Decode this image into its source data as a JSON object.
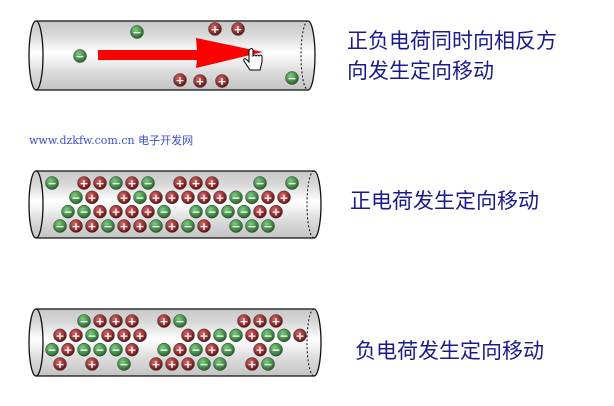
{
  "panels": [
    {
      "caption_lines": [
        "正负电荷同时向相反方",
        "向发生定向移动"
      ]
    },
    {
      "caption_lines": [
        "正电荷发生定向移动"
      ]
    },
    {
      "caption_lines": [
        "负电荷发生定向移动"
      ]
    }
  ],
  "watermark": "www.dzkfw.com.cn 电子开发网",
  "particle_symbols": {
    "positive": "+",
    "negative": "−"
  },
  "colors": {
    "arrow": "#ff0000",
    "positive": "#8b1a1a",
    "negative": "#2e8b3a",
    "text": "#1a1a8c"
  }
}
